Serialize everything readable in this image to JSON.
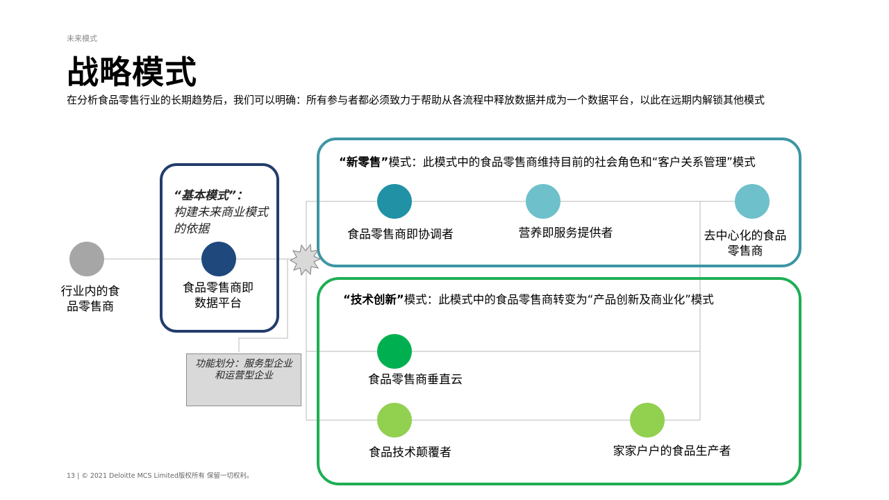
{
  "header": {
    "section": "未来模式",
    "title": "战略模式",
    "subtitle": "在分析食品零售行业的长期趋势后，我们可以明确：所有参与者都必须致力于帮助从各流程中释放数据并成为一个数据平台，以此在远期内解锁其他模式"
  },
  "diagram": {
    "start_node": "行业内的食品零售商",
    "basic_model": {
      "title_quoted": "“基本模式”：",
      "title_rest": "构建未来商业模式的依据",
      "node": "食品零售商即数据平台"
    },
    "note_box": "功能划分：服务型企业和运营型企业",
    "new_retail": {
      "title_quoted": "“新零售”",
      "title_rest": "模式：此模式中的食品零售商维持目前的社会角色和“客户关系管理”模式",
      "nodes": [
        "食品零售商即协调者",
        "营养即服务提供者",
        "去中心化的食品零售商"
      ]
    },
    "tech_innovation": {
      "title_quoted": "“技术创新”",
      "title_rest": "模式：此模式中的食品零售商转变为“产品创新及商业化”模式",
      "nodes": [
        "食品零售商垂直云",
        "食品技术颠覆者",
        "家家户户的食品生产者"
      ]
    }
  },
  "colors": {
    "gray_node": "#a6a6a6",
    "navy": "#1f497d",
    "teal_dark": "#2191a6",
    "teal_light": "#6ec0cb",
    "teal_frame": "#3d95a3",
    "green_dark": "#00b050",
    "green_light": "#92d050",
    "green_frame": "#1fae55",
    "navy_frame": "#233d6b"
  },
  "footer": "13 |  © 2021 Deloitte MCS Limited版权所有 保留一切权利。"
}
